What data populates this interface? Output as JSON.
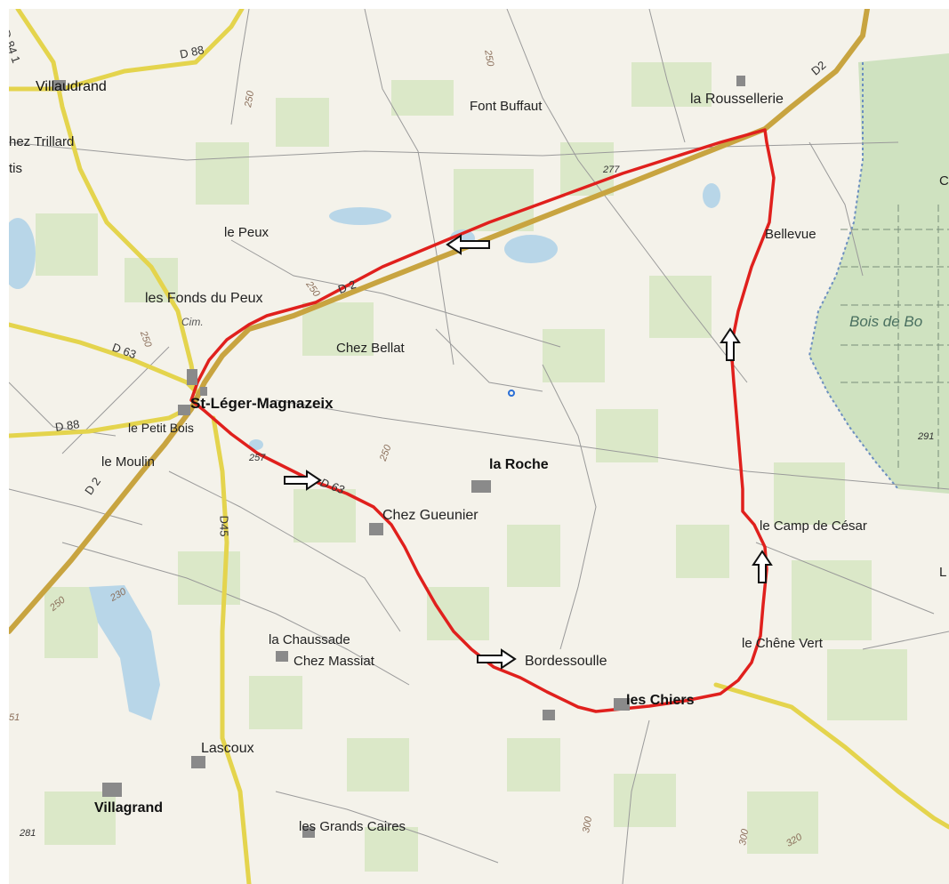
{
  "colors": {
    "route": "#e0201d",
    "road_yellow": "#e4d44d",
    "road_major": "#c8a440",
    "forest": "#cfe2c0",
    "meadow": "#e3ecd3",
    "water": "#b8d6e8",
    "background": "#f4f2ea"
  },
  "places": {
    "villaudrand": "Villaudrand",
    "chez_trillard": "hez Trillard",
    "tis": "tis",
    "font_buffaut": "Font Buffaut",
    "la_roussellerie": "la Roussellerie",
    "bellevue": "Bellevue",
    "le_peux": "le Peux",
    "les_fonds_du_peux": "les Fonds du Peux",
    "cim": "Cim.",
    "chez_bellat": "Chez Bellat",
    "st_leger": "St-Léger-Magnazeix",
    "le_petit_bois": "le Petit Bois",
    "le_moulin": "le Moulin",
    "la_roche": "la Roche",
    "chez_gueunier": "Chez Gueunier",
    "le_camp_de_cesar": "le Camp de César",
    "la_chaussade": "la Chaussade",
    "chez_massiat": "Chez Massiat",
    "bordessoulle": "Bordessoulle",
    "le_chene_vert": "le Chêne Vert",
    "les_chiers": "les Chiers",
    "lascoux": "Lascoux",
    "villagrand": "Villagrand",
    "les_grands_caires": "les Grands Caires",
    "bois": "Bois de Bo",
    "edge_c": "C",
    "edge_l": "L"
  },
  "roads": {
    "d84": "D 84 1",
    "d88_top": "D 88",
    "d2_top": "D2",
    "d2_mid": "D 2",
    "d63_left": "D 63",
    "d88_left": "D 88",
    "d2_left": "D 2",
    "d45": "D45",
    "d63_route": "D 63"
  },
  "altitudes": {
    "a250_1": "250",
    "a250_2": "250",
    "a277": "277",
    "a250_3": "250",
    "a250_4": "250",
    "a257": "257",
    "a250_5": "250",
    "a250_6": "250",
    "a230": "230",
    "a291": "291",
    "a300_1": "300",
    "a300_2": "300",
    "a320": "320",
    "a281": "281",
    "a51": "51"
  }
}
